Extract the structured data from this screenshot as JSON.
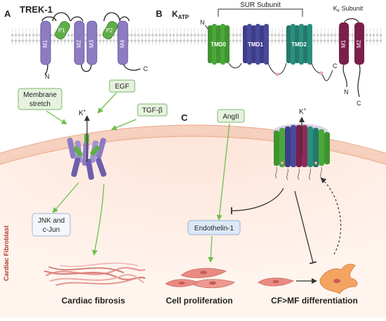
{
  "panels": {
    "a": {
      "letter": "A",
      "title": "TREK-1",
      "helix_labels": [
        "M1",
        "P1",
        "M2",
        "M3",
        "P2",
        "M4"
      ],
      "n_terminus": "N",
      "c_terminus": "C"
    },
    "b": {
      "letter": "B",
      "title_main": "K",
      "title_sub": "ATP",
      "sur_label": "SUR Subunit",
      "tmd_labels": [
        "TMD0",
        "TMD1",
        "TMD2"
      ],
      "kir_label_main": "K",
      "kir_label_sub": "ir",
      "kir_label_rest": " Subunit",
      "kir_helix_labels": [
        "M1",
        "M2"
      ],
      "n_terminus": "N",
      "c_terminus": "C"
    },
    "c": {
      "letter": "C"
    }
  },
  "stimuli": {
    "membrane_stretch": [
      "Membrane",
      "stretch"
    ],
    "egf": "EGF",
    "tgf": "TGF-β",
    "angii": "AngII"
  },
  "ion": {
    "label": "K",
    "charge": "+"
  },
  "pathway": {
    "jnk": [
      "JNK and",
      "c-Jun"
    ],
    "endothelin": "Endothelin-1"
  },
  "cell_label": "Cardiac Fibroblast",
  "outcomes": {
    "fibrosis": "Cardiac fibrosis",
    "proliferation": "Cell proliferation",
    "differentiation": "CF>MF differentiation"
  },
  "colors": {
    "trek_helix": "#8e7cc3",
    "trek_pore": "#5fae48",
    "tmd0": "#4aa83a",
    "tmd1": "#4a4a9c",
    "tmd2": "#2a8f7e",
    "kir": "#7a1f4a",
    "stimulus_box": "#e6f2df",
    "endothelin_box": "#dde8f6",
    "arrow": "#6ebf4b"
  }
}
